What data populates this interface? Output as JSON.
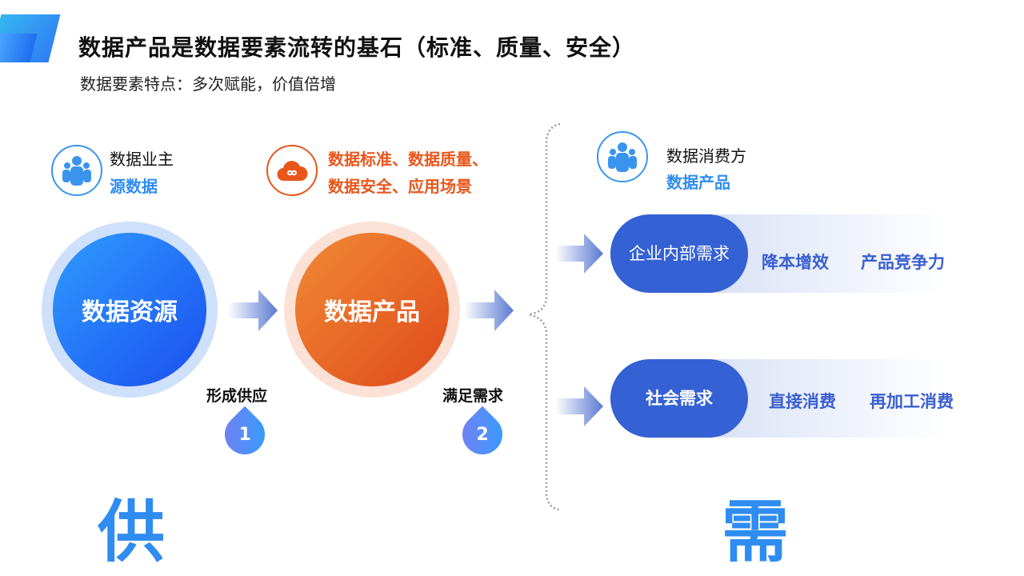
{
  "title": "数据产品是数据要素流转的基石（标准、质量、安全）",
  "subtitle": "数据要素特点：多次赋能，价值倍增",
  "supply": {
    "owner_label": "数据业主",
    "owner_sub": "源数据",
    "product_lines": [
      "数据标准、数据质量、",
      "数据安全、应用场景"
    ],
    "resource_circle": "数据资源",
    "product_circle": "数据产品",
    "step1_label": "形成供应",
    "step1_num": "1",
    "step2_label": "满足需求",
    "step2_num": "2",
    "big_char": "供"
  },
  "demand": {
    "consumer_label": "数据消费方",
    "consumer_sub": "数据产品",
    "rows": [
      {
        "pill": "企业内部需求",
        "items": [
          "降本增效",
          "产品竞争力"
        ]
      },
      {
        "pill": "社会需求",
        "items": [
          "直接消费",
          "再加工消费"
        ]
      }
    ],
    "big_char": "需"
  },
  "colors": {
    "blue": "#2f8cf0",
    "orange": "#e8561c",
    "pill": "#3461d3"
  }
}
